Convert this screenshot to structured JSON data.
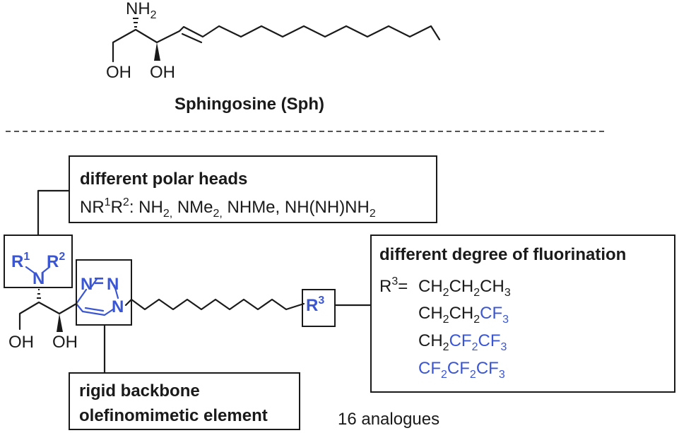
{
  "sphingosine": {
    "nh2": "NH",
    "nh2_sub": "2",
    "oh_left": "OH",
    "oh_right": "OH",
    "name": "Sphingosine (Sph)"
  },
  "analogue": {
    "r1": "R",
    "r1_sup": "1",
    "r2": "R",
    "r2_sup": "2",
    "n_amine": "N",
    "triazole_n1": "N",
    "triazole_eq": "=",
    "triazole_n2": "N",
    "triazole_n3": "N",
    "oh_left": "OH",
    "oh_right": "OH",
    "r3": "R",
    "r3_sup": "3"
  },
  "polar_box": {
    "title": "different polar heads",
    "line_prefix": "NR",
    "line_sup1": "1",
    "line_r": "R",
    "line_sup2": "2",
    "line_colon": ": NH",
    "nh2_sub": "2,",
    "nme": " NMe",
    "nme_sub": "2,",
    "rest": " NHMe, NH(NH)NH",
    "rest_sub": "2"
  },
  "fluor_box": {
    "title": "different degree of fluorination",
    "r3_prefix": "R",
    "r3_sup": "3",
    "r3_eq": "= ",
    "lines": [
      [
        [
          "CH",
          "",
          "k"
        ],
        [
          "2",
          "sub",
          "k"
        ],
        [
          "CH",
          "",
          "k"
        ],
        [
          "2",
          "sub",
          "k"
        ],
        [
          "CH",
          "",
          "k"
        ],
        [
          "3",
          "sub",
          "k"
        ]
      ],
      [
        [
          "CH",
          "",
          "k"
        ],
        [
          "2",
          "sub",
          "k"
        ],
        [
          "CH",
          "",
          "k"
        ],
        [
          "2",
          "sub",
          "k"
        ],
        [
          "CF",
          "",
          "b"
        ],
        [
          "3",
          "sub",
          "b"
        ]
      ],
      [
        [
          "CH",
          "",
          "k"
        ],
        [
          "2",
          "sub",
          "k"
        ],
        [
          "CF",
          "",
          "b"
        ],
        [
          "2",
          "sub",
          "b"
        ],
        [
          "CF",
          "",
          "b"
        ],
        [
          "3",
          "sub",
          "b"
        ]
      ],
      [
        [
          "CF",
          "",
          "b"
        ],
        [
          "2",
          "sub",
          "b"
        ],
        [
          "CF",
          "",
          "b"
        ],
        [
          "2",
          "sub",
          "b"
        ],
        [
          "CF",
          "",
          "b"
        ],
        [
          "3",
          "sub",
          "b"
        ]
      ]
    ]
  },
  "backbone_box": {
    "line1": "rigid backbone",
    "line2": "olefinomimetic element"
  },
  "analogue_count": "16 analogues",
  "colors": {
    "black": "#1a1a1a",
    "blue": "#3a56d4"
  }
}
